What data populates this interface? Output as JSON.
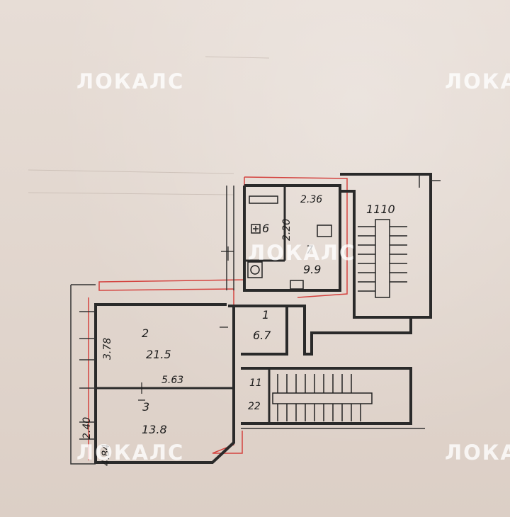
{
  "watermark": "ЛОКАЛС",
  "rooms": [
    {
      "number": "1",
      "area": "6.7"
    },
    {
      "number": "2",
      "area": "21.5"
    },
    {
      "number": "3",
      "area": "13.8"
    },
    {
      "number": "6",
      "area": ""
    },
    {
      "number": "7",
      "area": "9.9"
    }
  ],
  "dimensions": {
    "d_236": "2.36",
    "d_220": "2.20",
    "d_563": "5.63",
    "d_484": "4.84",
    "d_378": "3.78",
    "d_240": "2.40"
  },
  "stair_marks": {
    "upper": "1110",
    "lower": "22",
    "lower2": "11"
  }
}
